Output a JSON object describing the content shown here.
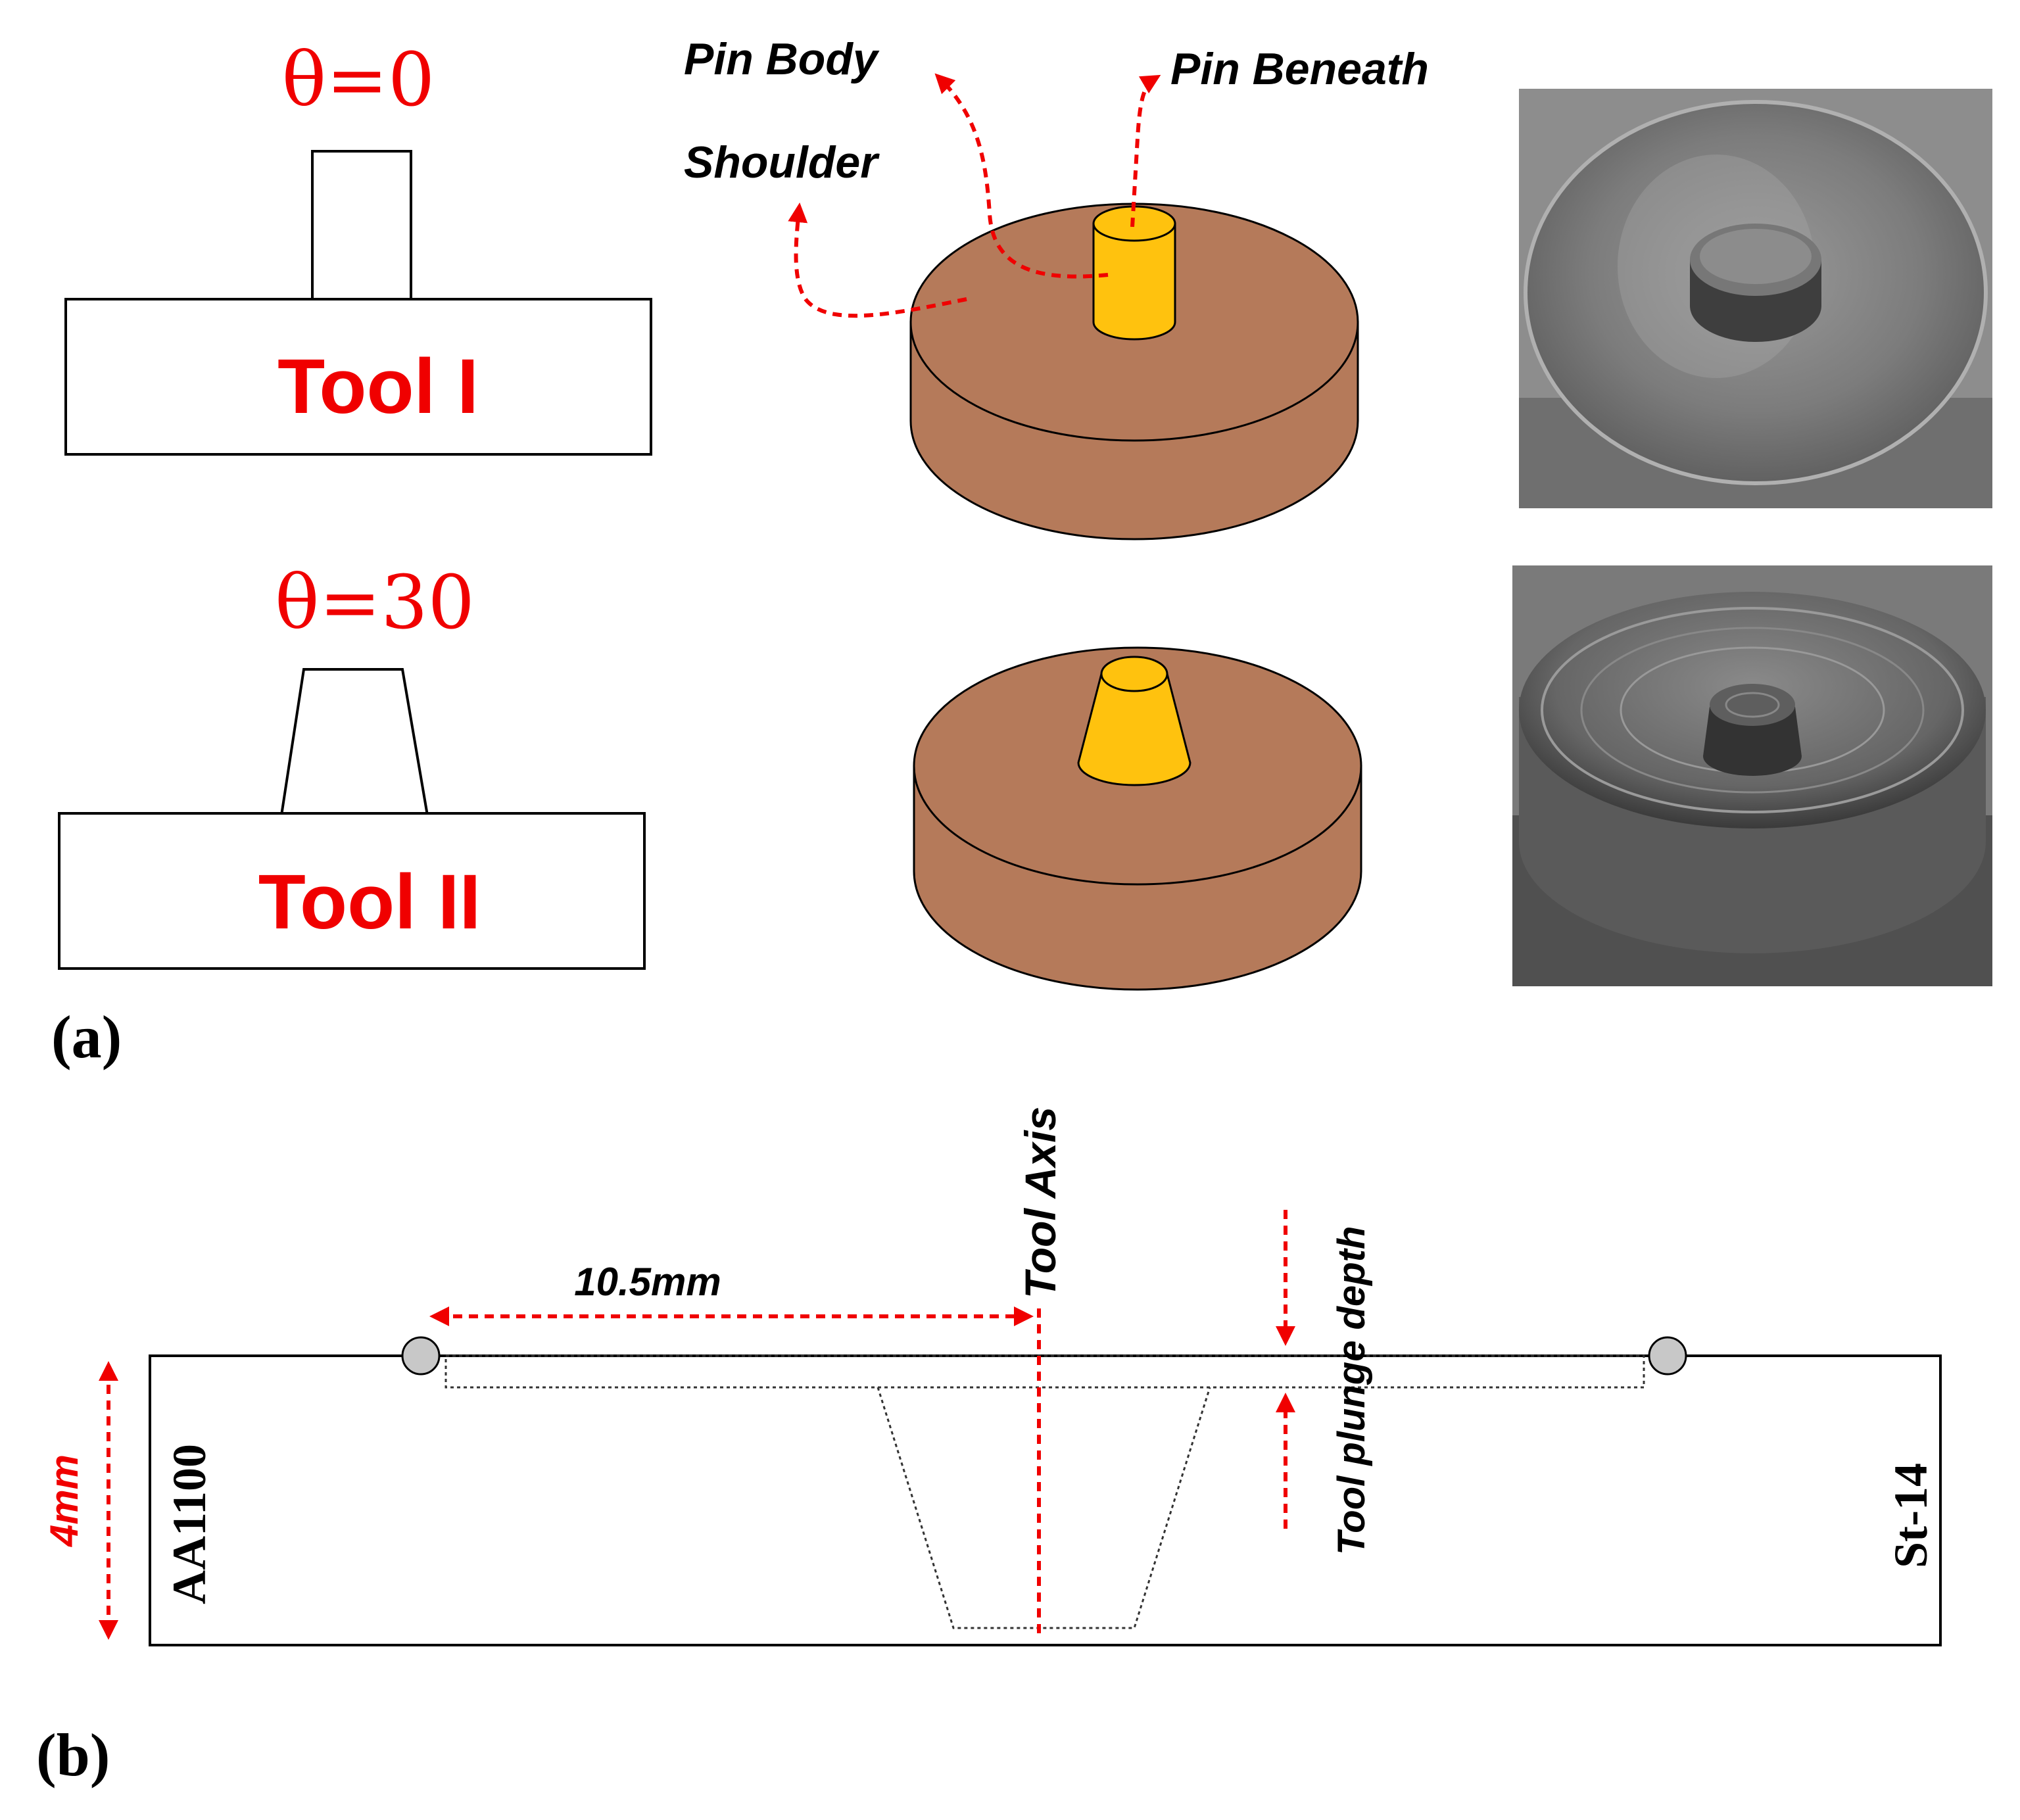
{
  "panel_a": {
    "label": "(a)",
    "tool_1": {
      "angle_label": "θ=0",
      "name": "Tool I"
    },
    "tool_2": {
      "angle_label": "θ=30",
      "name": "Tool II"
    },
    "callouts": {
      "pin_body": "Pin Body",
      "pin_beneath": "Pin Beneath",
      "shoulder": "Shoulder"
    },
    "colors": {
      "shoulder": "#b57a5a",
      "pin": "#ffc20e",
      "annotation": "#f00000"
    }
  },
  "panel_b": {
    "label": "(b)",
    "tool_axis": "Tool Axis",
    "distance": "10.5mm",
    "thickness": "4mm",
    "plunge": "Tool plunge depth",
    "left_material": "AA1100",
    "right_material": "St-14"
  }
}
